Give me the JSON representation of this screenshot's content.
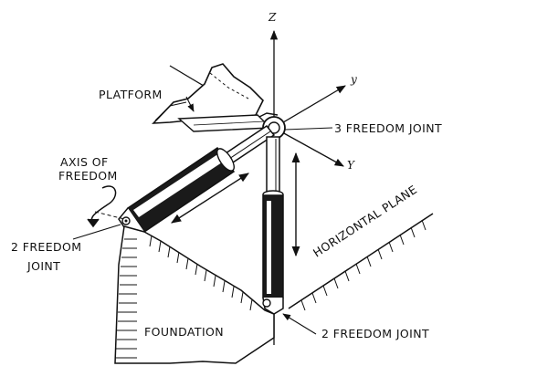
{
  "labels": {
    "platform": "PLATFORM",
    "three_freedom_joint": "3 FREEDOM JOINT",
    "axis_of_freedom_line1": "AXIS OF",
    "axis_of_freedom_line2": "FREEDOM",
    "two_freedom_joint_left_line1": "2 FREEDOM",
    "two_freedom_joint_left_line2": "JOINT",
    "horizontal_plane": "HORIZONTAL PLANE",
    "foundation": "FOUNDATION",
    "two_freedom_joint_bottom": "2 FREEDOM JOINT"
  },
  "axes": {
    "z": "Z",
    "y_upper": "y",
    "y_lower": "Y"
  },
  "colors": {
    "ink": "#111111",
    "background": "#ffffff"
  }
}
